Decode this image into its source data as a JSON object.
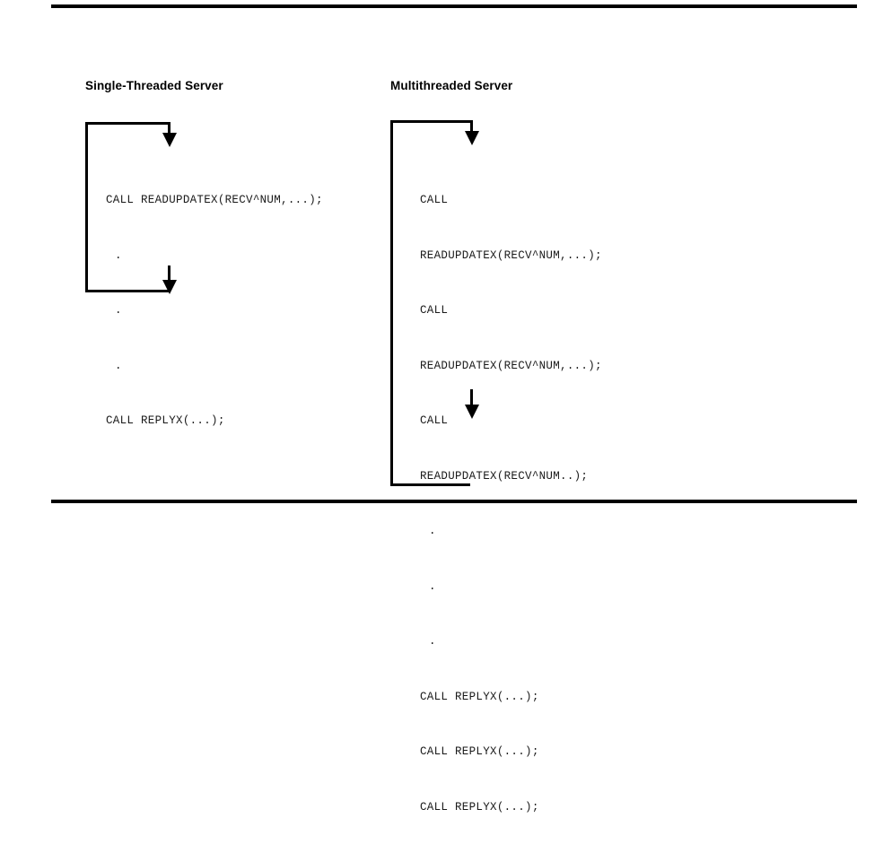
{
  "figure": {
    "type": "process-flow-diagram",
    "rules": {
      "top": "horizontal-rule",
      "bottom": "horizontal-rule"
    },
    "panels": [
      {
        "id": "single-threaded",
        "title": "Single-Threaded Server",
        "loop": {
          "entry_arrow": "down-arrow",
          "exit_arrow": "down-arrow"
        },
        "code_lines": [
          "CALL READUPDATEX(RECV^NUM,...);",
          ".",
          ".",
          ".",
          "CALL REPLYX(...);"
        ]
      },
      {
        "id": "multithreaded",
        "title": "Multithreaded Server",
        "loop": {
          "entry_arrow": "down-arrow",
          "exit_arrow": "down-arrow"
        },
        "code_lines": [
          "CALL",
          "READUPDATEX(RECV^NUM,...);",
          "CALL",
          "READUPDATEX(RECV^NUM,...);",
          "CALL",
          "READUPDATEX(RECV^NUM..);",
          ".",
          ".",
          ".",
          "CALL REPLYX(...);",
          "CALL REPLYX(...);",
          "CALL REPLYX(...);"
        ]
      }
    ]
  },
  "colors": {
    "ink": "#000000",
    "code_ink": "#1a1a1a",
    "background": "#ffffff"
  }
}
